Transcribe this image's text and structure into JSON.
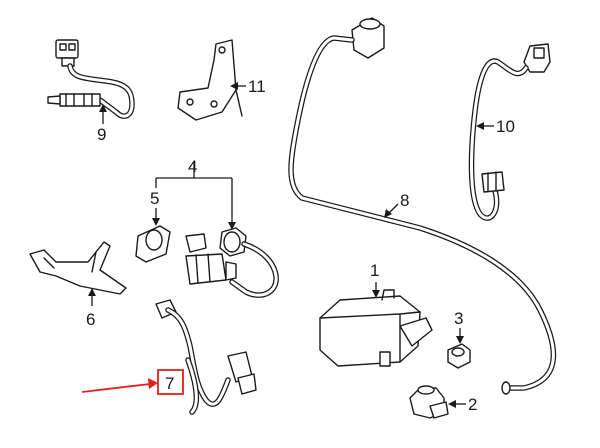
{
  "callouts": {
    "c1": "1",
    "c2": "2",
    "c3": "3",
    "c4": "4",
    "c5": "5",
    "c6": "6",
    "c7": "7",
    "c8": "8",
    "c9": "9",
    "c10": "10",
    "c11": "11"
  },
  "colors": {
    "line": "#1a1a1a",
    "highlight": "#e0201e"
  },
  "highlighted_callout": "7"
}
